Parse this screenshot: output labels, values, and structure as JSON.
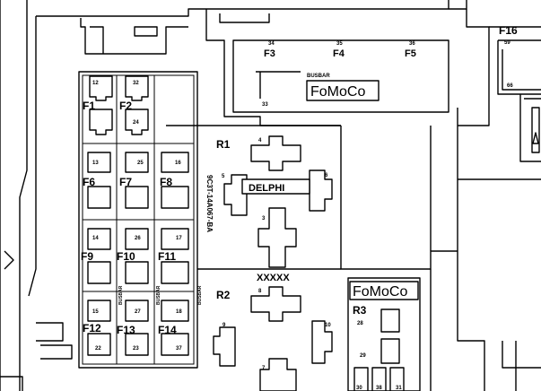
{
  "top_fuses": {
    "f3": {
      "num": "34",
      "label": "F3"
    },
    "f4": {
      "num": "35",
      "label": "F4"
    },
    "f5": {
      "num": "36",
      "label": "F5"
    },
    "f16": {
      "num": "59",
      "label": "F16"
    },
    "n66": "66",
    "n33": "33",
    "busbar": "BUSBAR",
    "logo": "FoMoCo"
  },
  "left_fuses": {
    "labels": [
      "F1",
      "F2",
      "F6",
      "F7",
      "F8",
      "F9",
      "F10",
      "F11",
      "F12",
      "F13",
      "F14"
    ],
    "nums": {
      "n12": "12",
      "n32": "32",
      "n24": "24",
      "n13": "13",
      "n25": "25",
      "n16": "16",
      "n14": "14",
      "n26": "26",
      "n17": "17",
      "n15": "15",
      "n27": "27",
      "n18": "18",
      "n22": "22",
      "n23": "23",
      "n37": "37"
    },
    "busbar_vertical": "BUSBAR"
  },
  "relays": {
    "r1": "R1",
    "r2": "R2",
    "r3": "R3",
    "delphi": "DELPHI",
    "part_no": "9C3T-14A067-BA",
    "xxxxx": "XXXXX",
    "r3_logo": "FoMoCo",
    "nums": {
      "n4": "4",
      "n5": "5",
      "n6": "6",
      "n3": "3",
      "n8": "8",
      "n9": "9",
      "n10": "10",
      "n7": "7",
      "n28": "28",
      "n29": "29",
      "n30": "30",
      "n38": "38",
      "n31": "31"
    }
  }
}
